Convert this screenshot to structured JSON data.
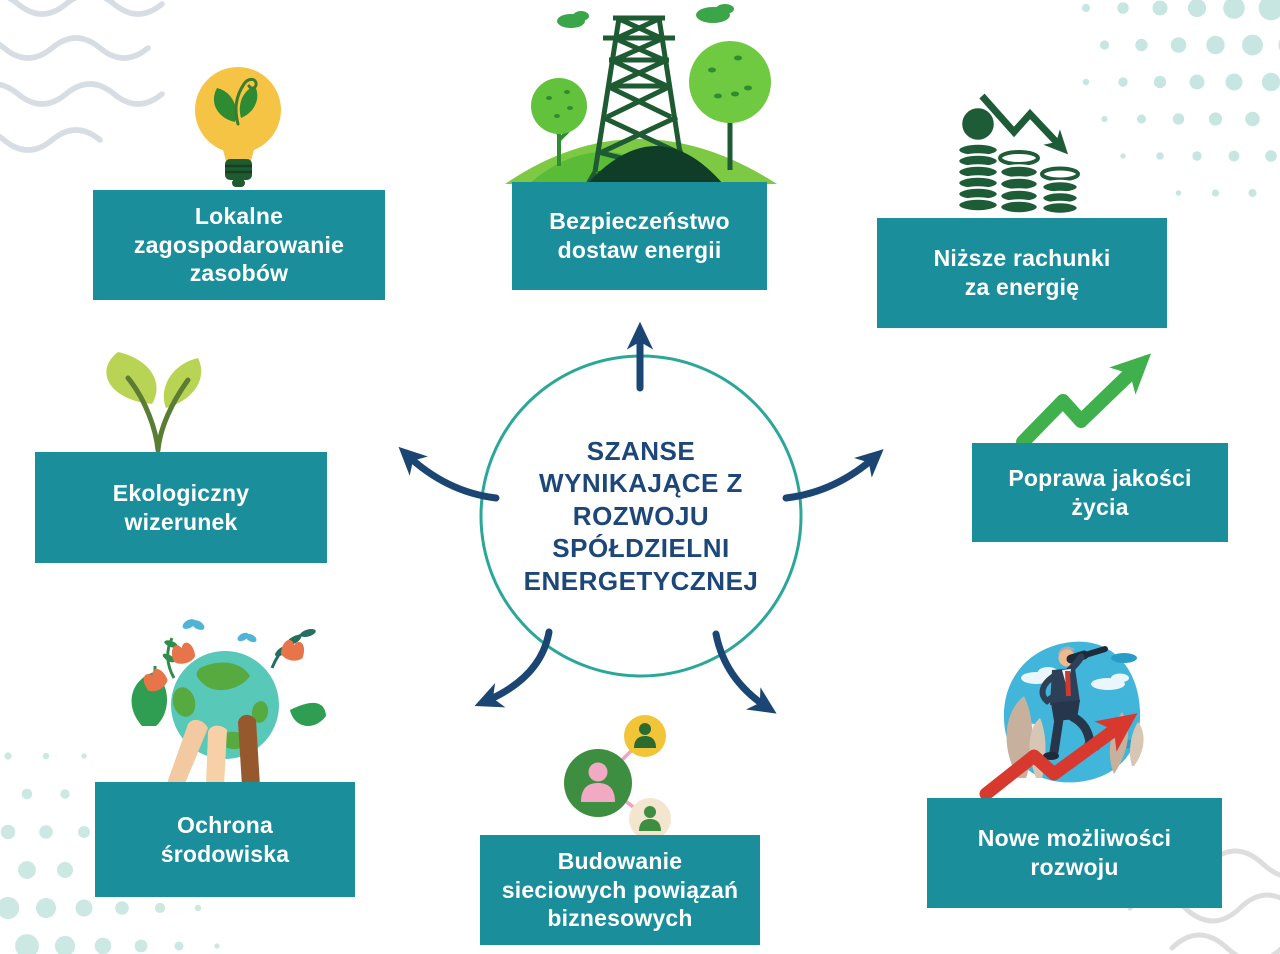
{
  "center": {
    "label": "SZANSE WYNIKAJĄCE Z ROZWOJU SPÓŁDZIELNI ENERGETYCZNEJ",
    "lines": [
      "SZANSE",
      "WYNIKAJĄCE Z",
      "ROZWOJU",
      "SPÓŁDZIELNI",
      "ENERGETYCZNEJ"
    ]
  },
  "items": [
    {
      "id": "lokalne-zagospodarowanie",
      "label": "Lokalne zagospodarowanie zasobów",
      "lines": [
        "Lokalne",
        "zagospodarowanie",
        "zasobów"
      ],
      "icon": "eco-lightbulb-icon"
    },
    {
      "id": "bezpieczenstwo-dostaw",
      "label": "Bezpieczeństwo dostaw energii",
      "lines": [
        "Bezpieczeństwo",
        "dostaw energii"
      ],
      "icon": "power-pylon-icon"
    },
    {
      "id": "nizsze-rachunki",
      "label": "Niższe rachunki za energię",
      "lines": [
        "Niższe rachunki",
        "za energię"
      ],
      "icon": "coins-decline-icon"
    },
    {
      "id": "ekologiczny-wizerunek",
      "label": "Ekologiczny wizerunek",
      "lines": [
        "Ekologiczny",
        "wizerunek"
      ],
      "icon": "sprout-icon"
    },
    {
      "id": "poprawa-jakosci",
      "label": "Poprawa jakości życia",
      "lines": [
        "Poprawa jakości",
        "życia"
      ],
      "icon": "growth-arrow-icon"
    },
    {
      "id": "ochrona-srodowiska",
      "label": "Ochrona środowiska",
      "lines": [
        "Ochrona",
        "środowiska"
      ],
      "icon": "earth-hands-icon"
    },
    {
      "id": "budowanie-powiazan",
      "label": "Budowanie sieciowych powiązań biznesowych",
      "lines": [
        "Budowanie",
        "sieciowych powiązań",
        "biznesowych"
      ],
      "icon": "network-people-icon"
    },
    {
      "id": "nowe-mozliwosci",
      "label": "Nowe możliwości rozwoju",
      "lines": [
        "Nowe możliwości",
        "rozwoju"
      ],
      "icon": "businessman-telescope-icon"
    }
  ],
  "colors": {
    "box_teal": "#1A8E9B",
    "title_navy": "#1C4778",
    "arrow_navy": "#1B4674",
    "circle_teal": "#2BA79A",
    "growth_green": "#3FB04C",
    "dark_green": "#1E5C38",
    "bulb_yellow": "#F6C445",
    "decline_red": "#D8392F",
    "halftone_mint": "#C9E7E2",
    "wave_gray": "#D8DCE4"
  }
}
